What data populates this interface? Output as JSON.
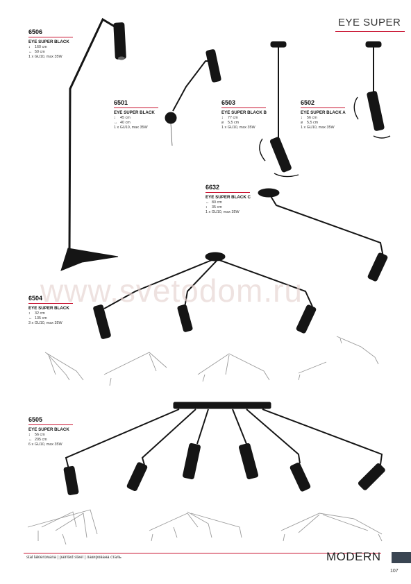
{
  "header": {
    "series_title": "EYE SUPER"
  },
  "products": [
    {
      "id": "p6506",
      "code": "6506",
      "name": "EYE SUPER BLACK",
      "specs": [
        {
          "icon": "height-arrow-icon",
          "glyph": "↕",
          "text": "160 cm"
        },
        {
          "icon": "width-arrow-icon",
          "glyph": "↔",
          "text": "50 cm"
        }
      ],
      "bulb": "1 x GU10, max 35W"
    },
    {
      "id": "p6501",
      "code": "6501",
      "name": "EYE SUPER BLACK",
      "specs": [
        {
          "icon": "height-arrow-icon",
          "glyph": "↕",
          "text": "45 cm"
        },
        {
          "icon": "width-arrow-icon",
          "glyph": "↔",
          "text": "40 cm"
        }
      ],
      "bulb": "1 x GU10, max 35W"
    },
    {
      "id": "p6503",
      "code": "6503",
      "name": "EYE SUPER BLACK B",
      "specs": [
        {
          "icon": "height-arrow-icon",
          "glyph": "↕",
          "text": "77 cm"
        },
        {
          "icon": "diameter-icon",
          "glyph": "⌀",
          "text": "5,5 cm"
        }
      ],
      "bulb": "1 x GU10, max 35W"
    },
    {
      "id": "p6502",
      "code": "6502",
      "name": "EYE SUPER BLACK A",
      "specs": [
        {
          "icon": "height-arrow-icon",
          "glyph": "↕",
          "text": "56 cm"
        },
        {
          "icon": "diameter-icon",
          "glyph": "⌀",
          "text": "5,5 cm"
        }
      ],
      "bulb": "1 x GU10, max 35W"
    },
    {
      "id": "p6632",
      "code": "6632",
      "name": "EYE SUPER BLACK C",
      "specs": [
        {
          "icon": "width-arrow-icon",
          "glyph": "↔",
          "text": "80 cm"
        },
        {
          "icon": "height-arrow-icon",
          "glyph": "↕",
          "text": "35 cm"
        }
      ],
      "bulb": "1 x GU10, max 35W"
    },
    {
      "id": "p6504",
      "code": "6504",
      "name": "EYE SUPER BLACK",
      "specs": [
        {
          "icon": "height-arrow-icon",
          "glyph": "↕",
          "text": "32 cm"
        },
        {
          "icon": "width-arrow-icon",
          "glyph": "↔",
          "text": "135 cm"
        }
      ],
      "bulb": "3 x GU10, max 35W"
    },
    {
      "id": "p6505",
      "code": "6505",
      "name": "EYE SUPER BLACK",
      "specs": [
        {
          "icon": "height-arrow-icon",
          "glyph": "↕",
          "text": "56 cm"
        },
        {
          "icon": "width-arrow-icon",
          "glyph": "↔",
          "text": "205 cm"
        }
      ],
      "bulb": "6 x GU10, max 35W"
    }
  ],
  "watermark": "www.svetodom.ru",
  "footer": {
    "material": "stal lakierowana  |  painted steel  |  лакирована сталь",
    "style": "MODERN",
    "page_number": "107"
  },
  "colors": {
    "accent": "#c8102e",
    "fixture": "#151515",
    "footer_bar": "#3a4552"
  }
}
